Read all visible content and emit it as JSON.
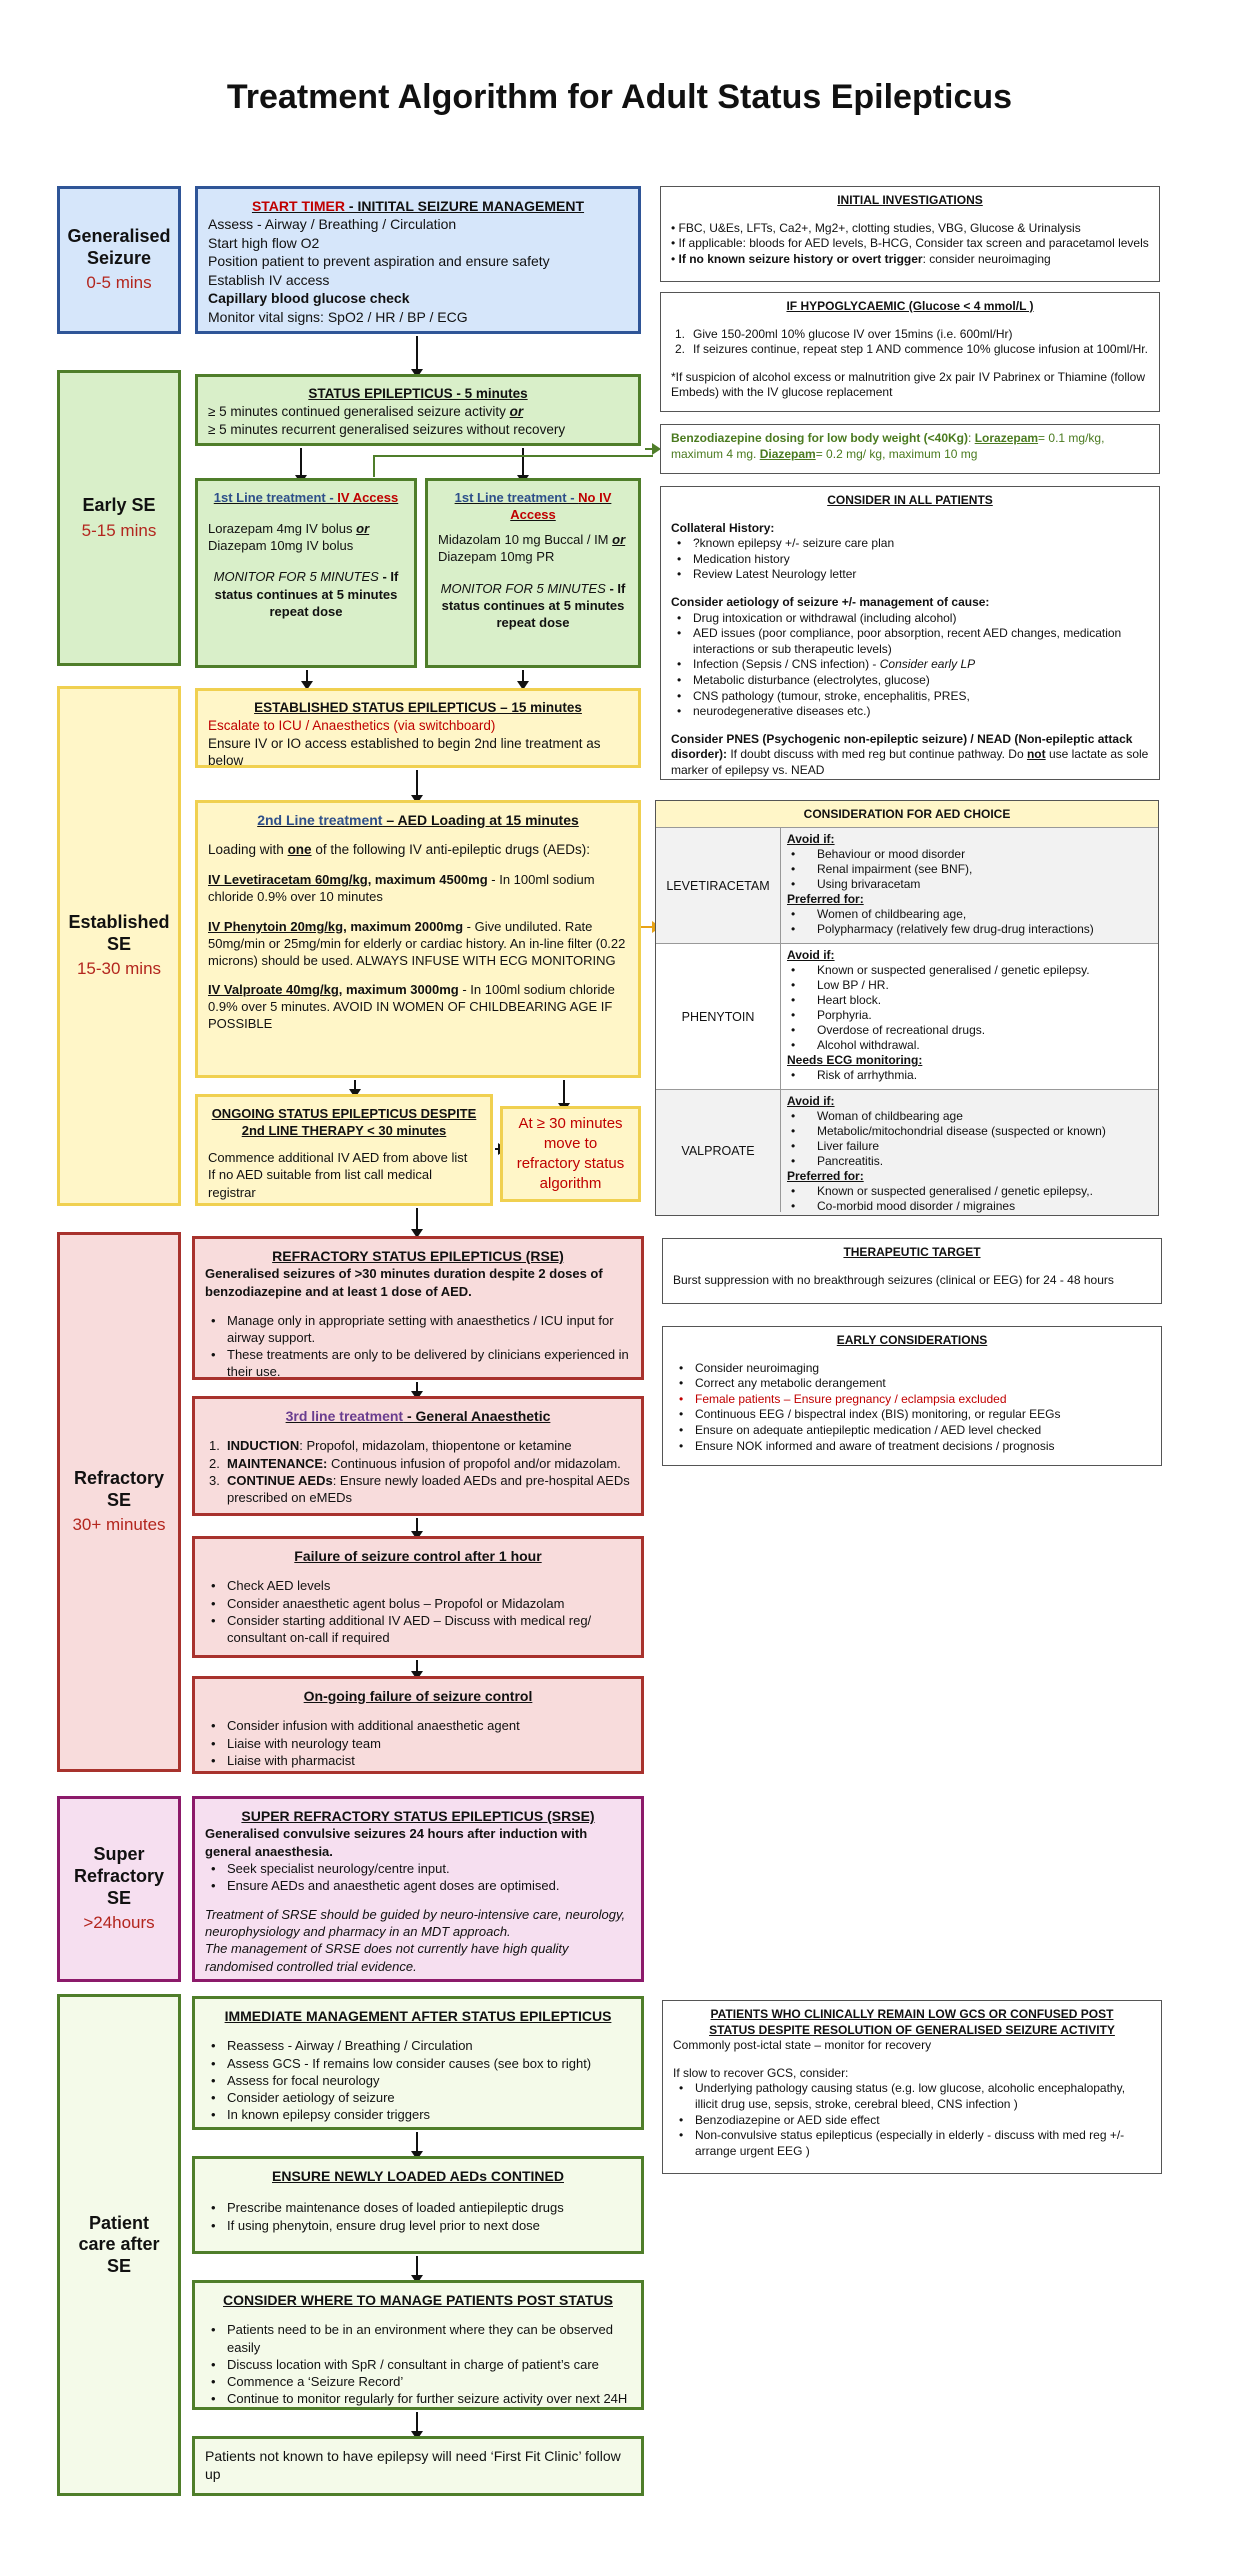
{
  "title": "Treatment Algorithm for Adult Status Epilepticus",
  "stages": {
    "generalised": {
      "name": "Generalised Seizure",
      "time": "0-5 mins"
    },
    "early": {
      "name": "Early SE",
      "time": "5-15 mins"
    },
    "established": {
      "name": "Established SE",
      "time": "15-30 mins"
    },
    "refractory": {
      "name": "Refractory SE",
      "time": "30+ minutes"
    },
    "super": {
      "name": "Super Refractory SE",
      "time": ">24hours"
    },
    "aftercare": {
      "name": "Patient care after SE"
    }
  },
  "initial": {
    "start_timer": "START TIMER",
    "heading_rest": " - INITITAL SEIZURE MANAGEMENT",
    "lines": [
      "Assess - Airway / Breathing / Circulation",
      "Start high flow O2",
      "Position patient to prevent aspiration and ensure safety",
      "Establish IV access"
    ],
    "glucose": "Capillary blood glucose check",
    "vitals": "Monitor vital signs: SpO2 / HR / BP / ECG"
  },
  "se5": {
    "heading": "STATUS EPILEPTICUS - 5 minutes",
    "line1": "≥ 5 minutes continued generalised seizure activity ",
    "or": "or",
    "line2": "≥ 5 minutes recurrent generalised seizures without recovery"
  },
  "first_iv": {
    "heading_a": "1st Line treatment - ",
    "heading_b": "IV Access",
    "drug1": "Lorazepam 4mg IV bolus ",
    "or": "or",
    "drug2": "Diazepam 10mg IV bolus",
    "monitor": "MONITOR FOR 5 MINUTES",
    "monitor_rest": " - If status continues at 5 minutes repeat dose"
  },
  "first_noiv": {
    "heading_a": "1st Line treatment - ",
    "heading_b": "No IV Access",
    "drug1": "Midazolam 10 mg Buccal / IM ",
    "or": "or",
    "drug2": "Diazepam 10mg PR",
    "monitor": "MONITOR FOR 5 MINUTES",
    "monitor_rest": " - If status continues at 5 minutes repeat dose"
  },
  "established_box": {
    "heading": "ESTABLISHED STATUS EPILEPTICUS – 15 minutes",
    "escalate": "Escalate to ICU / Anaesthetics (via switchboard)",
    "line": "Ensure IV or IO access established to begin 2nd line treatment as below"
  },
  "second_line": {
    "heading_a": "2nd Line treatment",
    "heading_b": " – AED Loading at 15 minutes",
    "intro_a": "Loading with ",
    "intro_one": "one",
    "intro_b": " of the following IV anti-epileptic drugs (AEDs):",
    "lev_bold": "IV Levetiracetam 60mg/kg",
    "lev_max": ", maximum 4500mg",
    "lev_rest": " - In 100ml sodium chloride 0.9% over 10 minutes",
    "phe_bold": "IV Phenytoin 20mg/kg",
    "phe_max": ", maximum 2000mg",
    "phe_rest": " - Give undiluted. Rate 50mg/min or 25mg/min for elderly or cardiac history. An in-line filter (0.22 microns) should be used. ALWAYS INFUSE WITH ECG MONITORING",
    "val_bold": "IV Valproate 40mg/kg",
    "val_max": ", maximum 3000mg",
    "val_rest": " - In 100ml sodium chloride 0.9% over 5 minutes. AVOID IN WOMEN OF CHILDBEARING AGE IF POSSIBLE"
  },
  "ongoing": {
    "heading": "ONGOING STATUS EPILEPTICUS DESPITE 2nd LINE THERAPY < 30 minutes",
    "line1": "Commence additional IV AED from above list",
    "line2": "If no AED suitable from list call medical registrar"
  },
  "thirty": {
    "text": "At ≥ 30 minutes move to refractory status algorithm"
  },
  "rse": {
    "heading": "REFRACTORY STATUS EPILEPTICUS (RSE)",
    "sub": "Generalised seizures of >30 minutes duration despite 2 doses of benzodiazepine and at least 1 dose of AED.",
    "items": [
      "Manage only in appropriate setting with anaesthetics / ICU input for airway support.",
      "These treatments are only to be delivered by clinicians experienced in their use."
    ]
  },
  "third_line": {
    "heading_a": "3rd line treatment",
    "heading_b": " - General Anaesthetic",
    "items": [
      {
        "n": "1.",
        "b": "INDUCTION",
        "t": ": Propofol, midazolam, thiopentone or ketamine"
      },
      {
        "n": "2.",
        "b": "MAINTENANCE:",
        "t": " Continuous infusion of propofol and/or midazolam."
      },
      {
        "n": "3.",
        "b": "CONTINUE AEDs",
        "t": ": Ensure newly loaded AEDs and pre-hospital AEDs prescribed on eMEDs"
      }
    ]
  },
  "failure1h": {
    "heading": "Failure of seizure control after 1 hour",
    "items": [
      "Check AED levels",
      "Consider anaesthetic agent bolus – Propofol or Midazolam",
      "Consider starting additional IV AED – Discuss with medical reg/ consultant on-call if required"
    ]
  },
  "ongoing_failure": {
    "heading": "On-going failure of seizure control",
    "items": [
      "Consider infusion with additional anaesthetic agent",
      "Liaise with neurology team",
      "Liaise with pharmacist"
    ]
  },
  "srse": {
    "heading": "SUPER REFRACTORY STATUS EPILEPTICUS (SRSE)",
    "sub": "Generalised convulsive seizures 24 hours after induction with general anaesthesia.",
    "items": [
      "Seek specialist neurology/centre input.",
      "Ensure AEDs and anaesthetic agent doses are optimised."
    ],
    "note1": "Treatment of SRSE should be guided by neuro-intensive care, neurology, neurophysiology and pharmacy in an MDT approach.",
    "note2": "The management of SRSE does not currently have high quality randomised controlled trial evidence."
  },
  "immediate": {
    "heading": "IMMEDIATE MANAGEMENT AFTER STATUS EPILEPTICUS",
    "items": [
      "Reassess - Airway / Breathing / Circulation",
      "Assess GCS - If remains low consider causes (see box to right)",
      "Assess for focal neurology",
      "Consider aetiology of seizure",
      "In known epilepsy consider triggers"
    ]
  },
  "ensure_aeds": {
    "heading": "ENSURE NEWLY LOADED AEDs CONTINED",
    "items": [
      "Prescribe maintenance doses of loaded antiepileptic drugs",
      "If using phenytoin, ensure drug level prior to next dose"
    ]
  },
  "where": {
    "heading": "CONSIDER WHERE TO MANAGE PATIENTS POST STATUS",
    "items": [
      "Patients need to be in an environment where they can be observed easily",
      "Discuss location with SpR / consultant in charge of patient’s care",
      "Commence a ‘Seizure Record’",
      "Continue to monitor regularly for further seizure activity over next 24H"
    ]
  },
  "first_fit": {
    "text": "Patients not known to have epilepsy will need ‘First Fit Clinic’ follow up"
  },
  "investigations": {
    "heading": "INITIAL INVESTIGATIONS",
    "items": [
      "FBC, U&Es, LFTs, Ca2+, Mg2+, clotting studies, VBG, Glucose & Urinalysis",
      "If applicable: bloods for AED levels, B-HCG, Consider tax screen and paracetamol levels"
    ],
    "last_bold": "If no known seizure history or overt trigger",
    "last_rest": ": consider neuroimaging"
  },
  "hypo": {
    "heading": "IF HYPOGLYCAEMIC (Glucose < 4 mmol/L )",
    "items": [
      {
        "n": "1.",
        "t": "Give 150-200ml 10% glucose IV over 15mins (i.e. 600ml/Hr)"
      },
      {
        "n": "2.",
        "t": "If seizures continue, repeat step 1 AND commence 10% glucose infusion at 100ml/Hr."
      }
    ],
    "note": "*If suspicion of alcohol excess or malnutrition give 2x pair IV Pabrinex or Thiamine (follow Embeds) with the IV glucose replacement"
  },
  "benzo": {
    "heading": "Benzodiazepine dosing for low body weight (<40Kg)",
    "sep1": ": ",
    "loraz": "Lorazepam",
    "loraz_dose": "= 0.1 mg/kg, maximum 4 mg. ",
    "diaz": "Diazepam",
    "diaz_dose": "= 0.2 mg/ kg, maximum 10 mg"
  },
  "consider_all": {
    "heading": "CONSIDER IN ALL PATIENTS",
    "collateral_heading": "Collateral History:",
    "collateral": [
      "?known epilepsy +/- seizure care plan",
      "Medication history",
      "Review Latest Neurology letter"
    ],
    "aetiology_heading": "Consider aetiology of seizure +/- management of cause:",
    "aetiology": [
      "Drug intoxication or withdrawal (including alcohol)",
      "AED issues (poor compliance, poor absorption, recent AED changes, medication interactions or sub therapeutic levels)",
      "Infection (Sepsis / CNS infection) - ",
      "Metabolic disturbance (electrolytes, glucose)",
      "CNS pathology (tumour, stroke, encephalitis, PRES,",
      "neurodegenerative diseases etc.)"
    ],
    "infection_italic": "Consider early LP",
    "pnes_bold": "Consider PNES (Psychogenic non-epileptic seizure) / NEAD (Non-epileptic attack disorder):",
    "pnes_rest_a": " If doubt discuss with med reg but continue pathway. Do ",
    "pnes_not": "not",
    "pnes_rest_b": " use lactate as sole marker of epilepsy vs. NEAD"
  },
  "aed_choice": {
    "heading": "CONSIDERATION FOR AED CHOICE",
    "avoid_label": "Avoid if:",
    "preferred_label": "Preferred for:",
    "ecg_label": "Needs ECG monitoring:",
    "lev": {
      "name": "LEVETIRACETAM",
      "avoid": [
        "Behaviour or mood disorder",
        "Renal impairment (see BNF),",
        "Using brivaracetam"
      ],
      "preferred": [
        "Women of childbearing age,",
        "Polypharmacy (relatively few drug-drug interactions)"
      ]
    },
    "phe": {
      "name": "PHENYTOIN",
      "avoid": [
        "Known or suspected generalised / genetic epilepsy.",
        "Low BP / HR.",
        "Heart block.",
        "Porphyria.",
        "Overdose of recreational drugs.",
        "Alcohol withdrawal."
      ],
      "ecg": [
        "Risk of arrhythmia."
      ]
    },
    "val": {
      "name": "VALPROATE",
      "avoid": [
        "Woman of childbearing age",
        "Metabolic/mitochondrial disease (suspected or known)",
        "Liver failure",
        "Pancreatitis."
      ],
      "preferred": [
        "Known or suspected generalised / genetic epilepsy,.",
        "Co-morbid mood disorder / migraines"
      ]
    }
  },
  "therapeutic": {
    "heading": "THERAPEUTIC TARGET",
    "text": "Burst suppression with no breakthrough seizures (clinical or EEG) for 24 - 48 hours"
  },
  "early_cons": {
    "heading": "EARLY CONSIDERATIONS",
    "items": [
      "Consider neuroimaging",
      "Correct any metabolic derangement",
      "Female patients – Ensure pregnancy / eclampsia excluded",
      "Continuous EEG / bispectral index (BIS) monitoring, or regular EEGs",
      "Ensure on adequate antiepileptic medication / AED level checked",
      "Ensure NOK informed and aware of treatment decisions / prognosis"
    ]
  },
  "low_gcs": {
    "heading": "PATIENTS WHO CLINICALLY REMAIN LOW GCS OR CONFUSED POST STATUS DESPITE RESOLUTION OF GENERALISED SEIZURE ACTIVITY",
    "line1": "Commonly post-ictal state – monitor for recovery",
    "line2": "If slow to recover GCS, consider:",
    "items": [
      "Underlying pathology causing status (e.g. low glucose, alcoholic encephalopathy, illicit drug use, sepsis, stroke, cerebral bleed, CNS infection )",
      "Benzodiazepine or AED side effect",
      "Non-convulsive status epilepticus (especially in elderly - discuss with med reg +/- arrange urgent EEG )"
    ]
  }
}
